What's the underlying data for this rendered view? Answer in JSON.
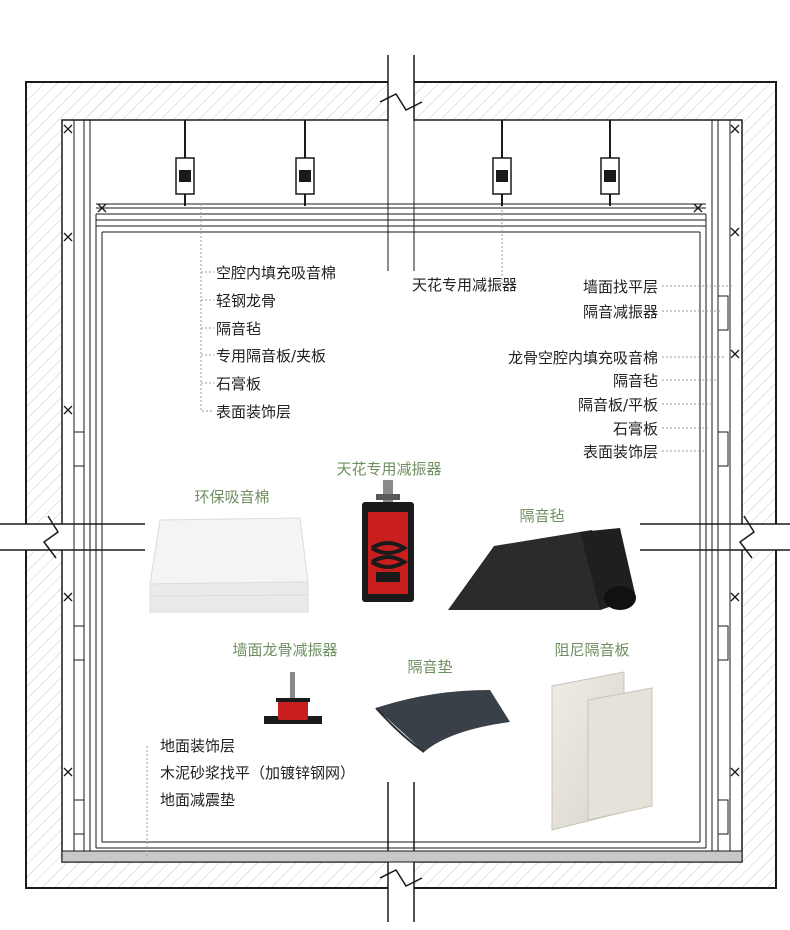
{
  "ceiling_labels": [
    "空腔内填充吸音棉",
    "轻钢龙骨",
    "隔音毡",
    "专用隔音板/夹板",
    "石膏板",
    "表面装饰层"
  ],
  "ceiling_isolator_label": "天花专用减振器",
  "wall_labels": [
    "墙面找平层",
    "隔音减振器",
    "龙骨空腔内填充吸音棉",
    "隔音毡",
    "隔音板/平板",
    "石膏板",
    "表面装饰层"
  ],
  "products": {
    "cotton": "环保吸音棉",
    "ceiling_isolator": "天花专用减振器",
    "felt": "隔音毡",
    "wall_isolator": "墙面龙骨减振器",
    "pad": "隔音垫",
    "damping_board": "阻尼隔音板"
  },
  "floor_labels": [
    "地面装饰层",
    "木泥砂浆找平（加镀锌钢网）",
    "地面减震垫"
  ],
  "colors": {
    "label_text": "#222222",
    "product_text": "#6f8f62",
    "isolator_red": "#c81e1e",
    "structure": "#1a1a1a"
  }
}
